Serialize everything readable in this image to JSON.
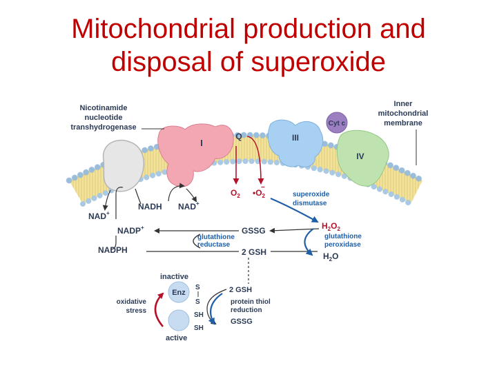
{
  "title": {
    "line1": "Mitochondrial production and",
    "line2": "disposal of superoxide"
  },
  "labels": {
    "nnt_line1": "Nicotinamide",
    "nnt_line2": "nucleotide",
    "nnt_line3": "transhydrogenase",
    "inner_line1": "Inner",
    "inner_line2": "mitochondrial",
    "inner_line3": "membrane",
    "cyt_c": "Cyt c",
    "complex_1": "I",
    "complex_q": "Q",
    "complex_3": "III",
    "complex_4": "IV",
    "o2": "O",
    "o2_sub": "2",
    "superoxide": "•O",
    "superoxide_sub": "2",
    "superoxide_charge": "−",
    "sod_line1": "superoxide",
    "sod_line2": "dismutase",
    "h2o2_a": "H",
    "h2o2_b": "2",
    "h2o2_c": "O",
    "h2o2_d": "2",
    "nadh": "NADH",
    "nad_plus_right": "NAD",
    "nad_plus_left": "NAD",
    "plus": "+",
    "nadp_plus": "NADP",
    "nadph": "NADPH",
    "gssg_top": "GSSG",
    "gr_line1": "glutathione",
    "gr_line2": "reductase",
    "two_gsh_top": "2 GSH",
    "gpx_line1": "glutathione",
    "gpx_line2": "peroxidase",
    "h2o_a": "H",
    "h2o_b": "2",
    "h2o_c": "O",
    "inactive": "inactive",
    "active": "active",
    "enz": "Enz",
    "s1": "S",
    "s2": "S",
    "sh1": "SH",
    "sh2": "SH",
    "ox_stress_line1": "oxidative",
    "ox_stress_line2": "stress",
    "two_gsh_bottom": "2 GSH",
    "ptr_line1": "protein thiol",
    "ptr_line2": "reduction",
    "gssg_bottom": "GSSG"
  },
  "colors": {
    "title": "#c00000",
    "lipid_tail": "#f3e29a",
    "lipid_head": "#a9c9e4",
    "complex_1": "#f2a7b2",
    "complex_3": "#a8d0f2",
    "complex_4": "#bfe3b0",
    "cyt_c": "#9b7fc0",
    "nnt": "#e6e6e6",
    "arrow_red": "#b5122a",
    "arrow_blue": "#1f5fa8",
    "enzyme": "#c7dcf0"
  }
}
